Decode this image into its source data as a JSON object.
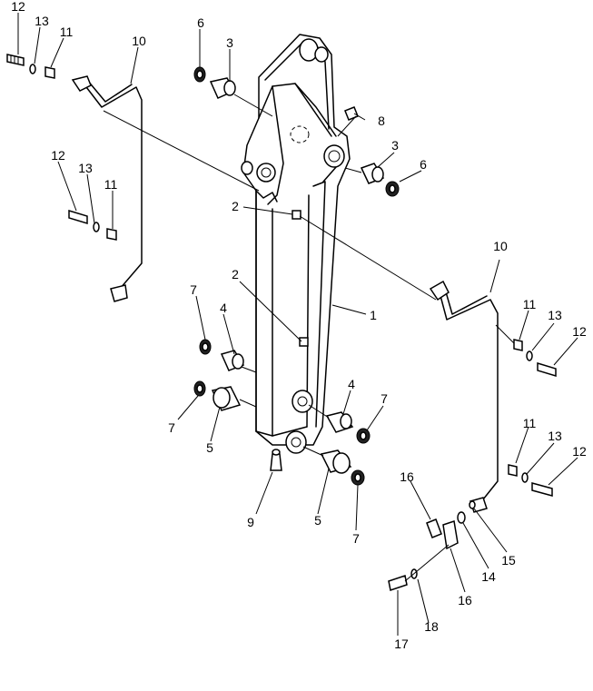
{
  "callouts": {
    "c1": "1",
    "c2a": "2",
    "c2b": "2",
    "c3a": "3",
    "c3b": "3",
    "c4a": "4",
    "c4b": "4",
    "c5a": "5",
    "c5b": "5",
    "c6a": "6",
    "c6b": "6",
    "c7a": "7",
    "c7b": "7",
    "c7c": "7",
    "c7d": "7",
    "c8": "8",
    "c9": "9",
    "c10a": "10",
    "c10b": "10",
    "c11a": "11",
    "c11b": "11",
    "c11c": "11",
    "c11d": "11",
    "c12a": "12",
    "c12b": "12",
    "c12c": "12",
    "c12d": "12",
    "c13a": "13",
    "c13b": "13",
    "c13c": "13",
    "c13d": "13",
    "c14": "14",
    "c15": "15",
    "c16a": "16",
    "c16b": "16",
    "c17": "17",
    "c18": "18"
  }
}
